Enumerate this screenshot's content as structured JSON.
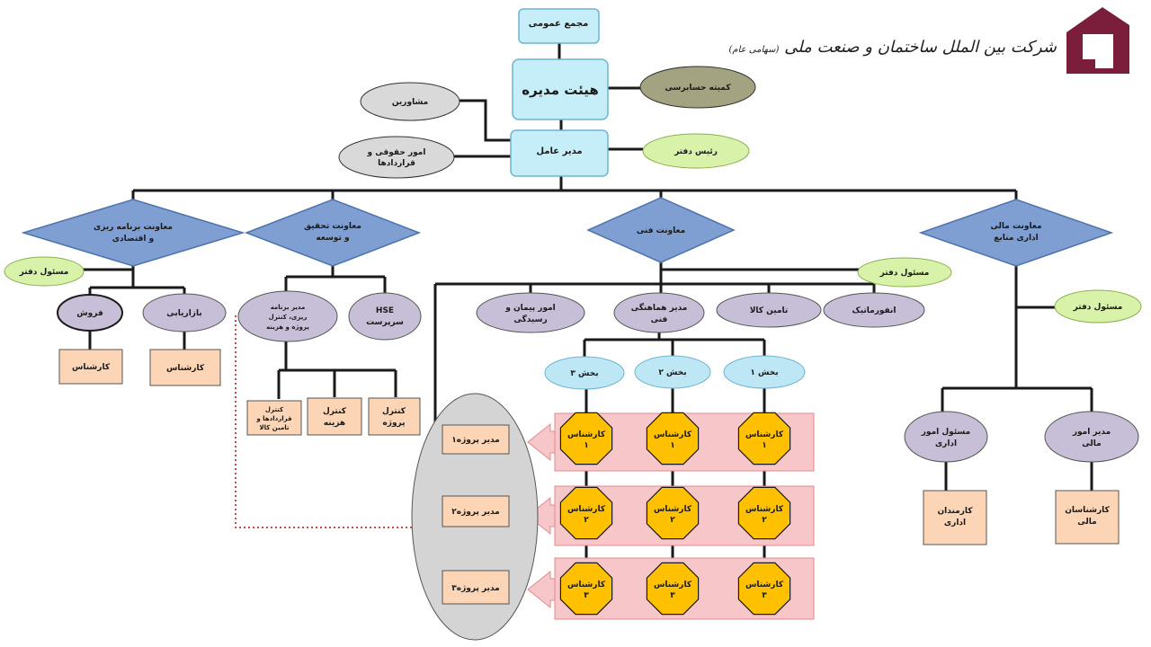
{
  "logo": {
    "company": "شرکت بین الملل ساختمان و صنعت ملی",
    "suffix": "(سهامی عام)"
  },
  "colors": {
    "blue_box": "#c6eef8",
    "blue_border": "#6fb4d0",
    "diamond": "#7f9fd3",
    "diamond_border": "#4e72ad",
    "olive": "#a3a382",
    "green": "#d9f2a9",
    "gray": "#d9d9d9",
    "lavender": "#c7bfd8",
    "peach": "#fbd5b5",
    "light_blue": "#bde7f5",
    "octagon": "#ffc000",
    "pink": "#f7c6c9",
    "dotted": "#c0504d",
    "logo": "#7b1e3c"
  },
  "nodes": {
    "general_assembly": "مجمع عمومی",
    "board": "هیئت مدیره",
    "audit_committee": "کمیته حسابرسی",
    "advisors": "مشاورین",
    "ceo": "مدیر عامل",
    "office_head": "رئیس دفتر",
    "legal": [
      "امور حقوقی و",
      "قراردادها"
    ],
    "vp_planning": [
      "معاونت برنامه ریزی",
      "و اقتصادی"
    ],
    "vp_research": [
      "معاونت تحقیق",
      "و توسعه"
    ],
    "vp_technical": "معاونت فنی",
    "vp_finance": [
      "معاونت مالی",
      "اداری منابع"
    ],
    "office_resp_left": "مسئول دفتر",
    "office_resp_tech": "مسئول دفتر",
    "office_resp_fin": "مسئول دفتر",
    "sales": "فروش",
    "marketing": "بازاریابی",
    "expert_sales": "کارشناس",
    "expert_marketing": "کارشناس",
    "hse": [
      "HSE",
      "سرپرست"
    ],
    "program_manager": [
      "مدیر برنامه",
      "ریزی، کنترل",
      "پروژه و هزینه"
    ],
    "ctrl_project": [
      "کنترل",
      "پروژه"
    ],
    "ctrl_cost": [
      "کنترل",
      "هزینه"
    ],
    "ctrl_contract": [
      "کنترل",
      "قراردادها و",
      "تامین کالا"
    ],
    "contracts_acceptance": [
      "امور پیمان و",
      "رسیدگی"
    ],
    "coord_manager": [
      "مدیر هماهنگی",
      "فنی"
    ],
    "supply": "تامین کالا",
    "it": "انفورماتیک",
    "sections": [
      "بخش ۱",
      "بخش ۲",
      "بخش ۳"
    ],
    "experts_row1": [
      "کارشناس",
      "۱"
    ],
    "experts_row2": [
      "کارشناس",
      "۲"
    ],
    "experts_row3": [
      "کارشناس",
      "۳"
    ],
    "project_managers": [
      "مدیر پروژه۱",
      "مدیر پروژه۲",
      "مدیر پروژه۳"
    ],
    "admin_manager": [
      "مسئول امور",
      "اداری"
    ],
    "finance_manager": [
      "مدیر امور",
      "مالی"
    ],
    "admin_staff": [
      "کارمندان",
      "اداری"
    ],
    "finance_staff": [
      "کارشناسان",
      "مالی"
    ]
  }
}
